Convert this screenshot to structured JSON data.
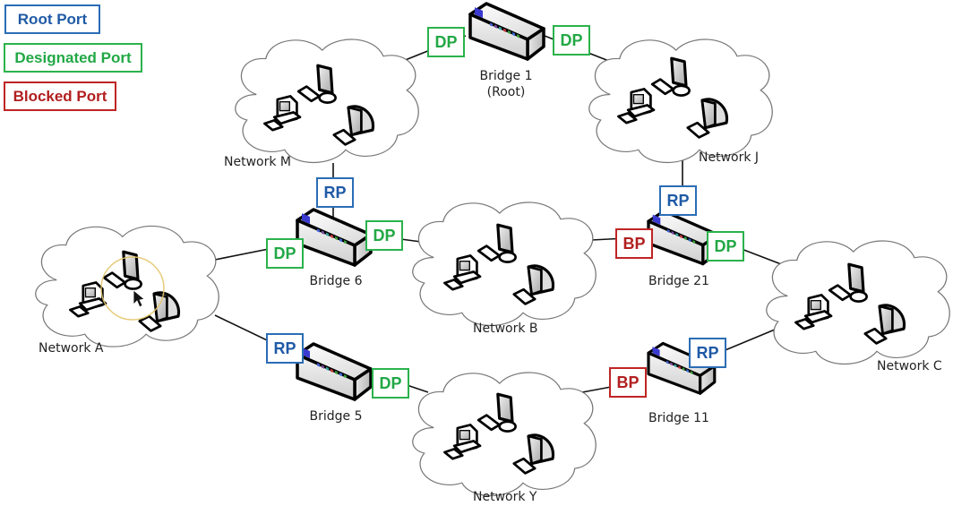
{
  "legend": {
    "root_port": "Root Port",
    "designated_port": "Designated Port",
    "blocked_port": "Blocked Port"
  },
  "colors": {
    "root_port": "#2a6db5",
    "designated_port": "#2bb24c",
    "blocked_port": "#c02424"
  },
  "bridges": {
    "b1": {
      "name": "Bridge 1",
      "note": "(Root)"
    },
    "b6": {
      "name": "Bridge 6"
    },
    "b5": {
      "name": "Bridge 5"
    },
    "b21": {
      "name": "Bridge 21"
    },
    "b11": {
      "name": "Bridge 11"
    }
  },
  "networks": {
    "m": "Network M",
    "j": "Network J",
    "a": "Network A",
    "b": "Network B",
    "c": "Network C",
    "y": "Network Y"
  },
  "ports": {
    "b1_left": "DP",
    "b1_right": "DP",
    "b6_top": "RP",
    "b6_left": "DP",
    "b6_right": "DP",
    "b5_left": "RP",
    "b5_right": "DP",
    "b21_top": "RP",
    "b21_left": "BP",
    "b21_right": "DP",
    "b11_left": "BP",
    "b11_right": "RP"
  }
}
